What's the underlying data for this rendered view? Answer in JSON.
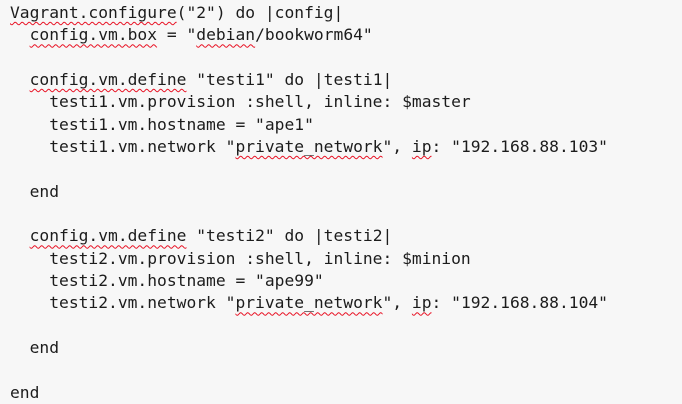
{
  "window": {
    "background_color": "#f7f7f7",
    "text_color": "#1c1c1c",
    "squiggle_color": "#e81123"
  },
  "editor": {
    "content_description": "Vagrantfile configuration text with spell-check squiggles",
    "lines": [
      {
        "segments": [
          {
            "text": "Vagrant.configure",
            "misspelled": true
          },
          {
            "text": "(\"2\") do |config|",
            "misspelled": false
          }
        ]
      },
      {
        "segments": [
          {
            "text": "  ",
            "misspelled": false
          },
          {
            "text": "config.vm.box",
            "misspelled": true
          },
          {
            "text": " = \"",
            "misspelled": false
          },
          {
            "text": "debian",
            "misspelled": true
          },
          {
            "text": "/bookworm64\"",
            "misspelled": false
          }
        ]
      },
      {
        "segments": []
      },
      {
        "segments": [
          {
            "text": "  ",
            "misspelled": false
          },
          {
            "text": "config.vm.define",
            "misspelled": true
          },
          {
            "text": " \"testi1\" do |testi1|",
            "misspelled": false
          }
        ]
      },
      {
        "segments": [
          {
            "text": "    testi1.vm.provision :shell, inline: $master",
            "misspelled": false
          }
        ]
      },
      {
        "segments": [
          {
            "text": "    testi1.vm.hostname = \"ape1\"",
            "misspelled": false
          }
        ]
      },
      {
        "segments": [
          {
            "text": "    testi1.vm.network \"",
            "misspelled": false
          },
          {
            "text": "private_network",
            "misspelled": true
          },
          {
            "text": "\", ",
            "misspelled": false
          },
          {
            "text": "ip",
            "misspelled": true
          },
          {
            "text": ": \"192.168.88.103\"",
            "misspelled": false
          }
        ]
      },
      {
        "segments": []
      },
      {
        "segments": [
          {
            "text": "  end",
            "misspelled": false
          }
        ]
      },
      {
        "segments": []
      },
      {
        "segments": [
          {
            "text": "  ",
            "misspelled": false
          },
          {
            "text": "config.vm.define",
            "misspelled": true
          },
          {
            "text": " \"testi2\" do |testi2|",
            "misspelled": false
          }
        ]
      },
      {
        "segments": [
          {
            "text": "    testi2.vm.provision :shell, inline: $minion",
            "misspelled": false
          }
        ]
      },
      {
        "segments": [
          {
            "text": "    testi2.vm.hostname = \"ape99\"",
            "misspelled": false
          }
        ]
      },
      {
        "segments": [
          {
            "text": "    testi2.vm.network \"",
            "misspelled": false
          },
          {
            "text": "private_network",
            "misspelled": true
          },
          {
            "text": "\", ",
            "misspelled": false
          },
          {
            "text": "ip",
            "misspelled": true
          },
          {
            "text": ": \"192.168.88.104\"",
            "misspelled": false
          }
        ]
      },
      {
        "segments": []
      },
      {
        "segments": [
          {
            "text": "  end",
            "misspelled": false
          }
        ]
      },
      {
        "segments": []
      },
      {
        "segments": [
          {
            "text": "end",
            "misspelled": false
          }
        ]
      }
    ]
  }
}
